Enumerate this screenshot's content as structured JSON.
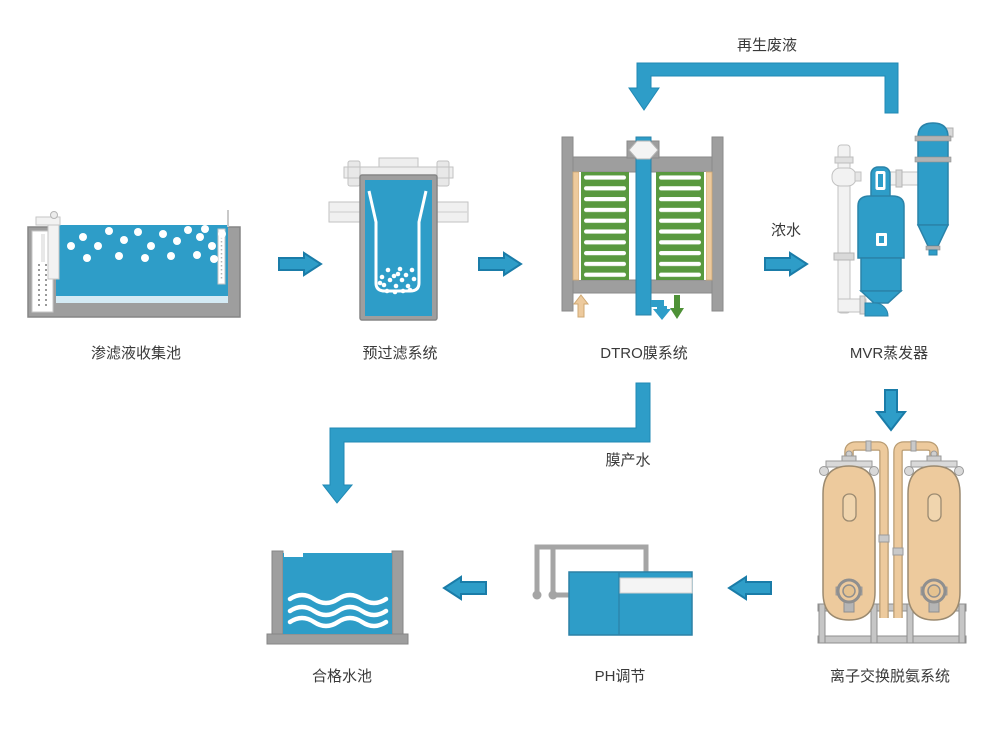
{
  "diagram": {
    "type": "process-flow",
    "nodes": [
      {
        "id": "leachate-pool",
        "label": "渗滤液收集池"
      },
      {
        "id": "prefilter",
        "label": "预过滤系统"
      },
      {
        "id": "dtro",
        "label": "DTRO膜系统"
      },
      {
        "id": "mvr",
        "label": "MVR蒸发器"
      },
      {
        "id": "ion-exchange",
        "label": "离子交换脱氨系统"
      },
      {
        "id": "ph-adjust",
        "label": "PH调节"
      },
      {
        "id": "clean-pool",
        "label": "合格水池"
      }
    ],
    "streams": [
      {
        "id": "regen-waste",
        "label": "再生废液",
        "from": "ion-exchange/mvr",
        "to": "dtro"
      },
      {
        "id": "concentrate",
        "label": "浓水",
        "from": "dtro",
        "to": "mvr"
      },
      {
        "id": "permeate",
        "label": "膜产水",
        "from": "dtro",
        "to": "clean-pool"
      }
    ],
    "colors": {
      "primary_blue": "#2E9DC8",
      "arrow_outline": "#1A7CA8",
      "equipment_gray": "#9E9E9E",
      "light_pipe_gray": "#F2F2F2",
      "membrane_green": "#59993F",
      "resin_tan": "#EDCA9D",
      "label_text": "#3A3A3A",
      "background": "#FFFFFF"
    }
  }
}
